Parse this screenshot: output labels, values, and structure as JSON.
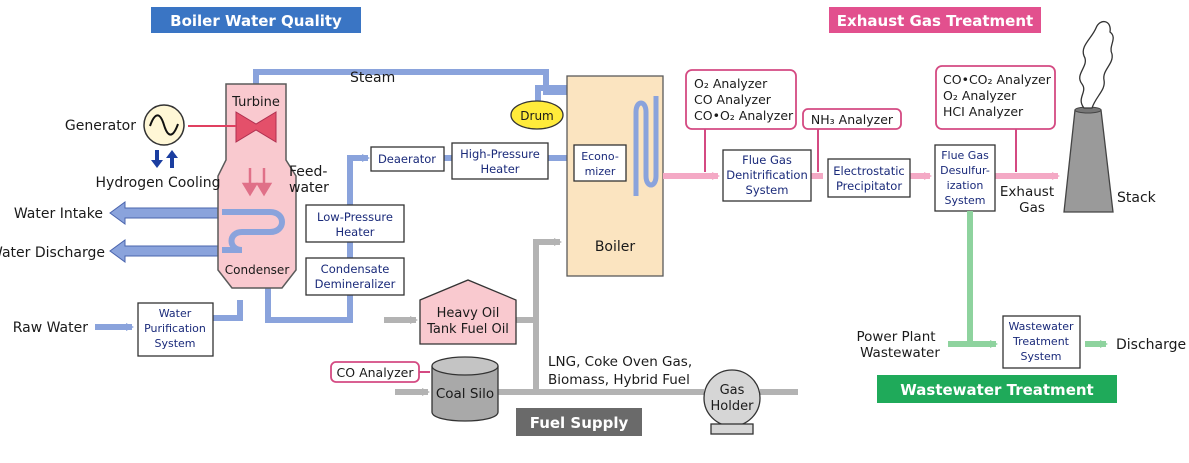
{
  "sections": {
    "boiler_water_quality": "Boiler Water Quality",
    "exhaust_gas_treatment": "Exhaust Gas Treatment",
    "fuel_supply": "Fuel Supply",
    "wastewater_treatment": "Wastewater Treatment"
  },
  "equipment": {
    "turbine": "Turbine",
    "condenser": "Condenser",
    "drum": "Drum",
    "boiler": "Boiler",
    "stack": "Stack",
    "coal_silo": "Coal Silo",
    "gas_holder_line1": "Gas",
    "gas_holder_line2": "Holder",
    "heavy_oil_tank_line1": "Heavy Oil",
    "heavy_oil_tank_line2": "Tank Fuel Oil"
  },
  "boxes": {
    "water_purification": [
      "Water",
      "Purification",
      "System"
    ],
    "condensate_demineralizer": [
      "Condensate",
      "Demineralizer"
    ],
    "low_pressure_heater": [
      "Low-Pressure",
      "Heater"
    ],
    "deaerator": [
      "Deaerator"
    ],
    "high_pressure_heater": [
      "High-Pressure",
      "Heater"
    ],
    "economizer": [
      "Econo-",
      "mizer"
    ],
    "flue_gas_denitrification": [
      "Flue Gas",
      "Denitrification",
      "System"
    ],
    "electrostatic_precipitator": [
      "Electrostatic",
      "Precipitator"
    ],
    "flue_gas_desulfurization": [
      "Flue Gas",
      "Desulfur-",
      "ization",
      "System"
    ],
    "wastewater_treatment_system": [
      "Wastewater",
      "Treatment",
      "System"
    ]
  },
  "analyzers": {
    "denox_group": [
      "O₂ Analyzer",
      "CO Analyzer",
      "CO•O₂ Analyzer"
    ],
    "nh3": "NH₃ Analyzer",
    "stack_group": [
      "CO•CO₂ Analyzer",
      "O₂ Analyzer",
      "HCI Analyzer"
    ],
    "coal": "CO Analyzer"
  },
  "labels": {
    "generator": "Generator",
    "hydrogen_cooling": "Hydrogen Cooling",
    "water_intake": "Water Intake",
    "water_discharge": "Water Discharge",
    "raw_water": "Raw Water",
    "steam": "Steam",
    "feed_water": [
      "Feed-",
      "water"
    ],
    "exhaust_gas": [
      "Exhaust",
      "Gas"
    ],
    "power_plant_wastewater": [
      "Power Plant",
      "Wastewater"
    ],
    "discharge": "Discharge",
    "fuels": [
      "LNG, Coke Oven Gas,",
      "Biomass, Hybrid Fuel"
    ]
  },
  "colors": {
    "boiler_water_quality": "#3a75c4",
    "exhaust_gas_treatment": "#e2508e",
    "fuel_supply": "#6a6a6a",
    "wastewater_treatment": "#1faa5a",
    "water_pipe": "#8aa3dc",
    "gas_pipe": "#f4a9c5",
    "fuel_pipe": "#b3b3b3",
    "wastewater_pipe": "#8ed39e"
  }
}
